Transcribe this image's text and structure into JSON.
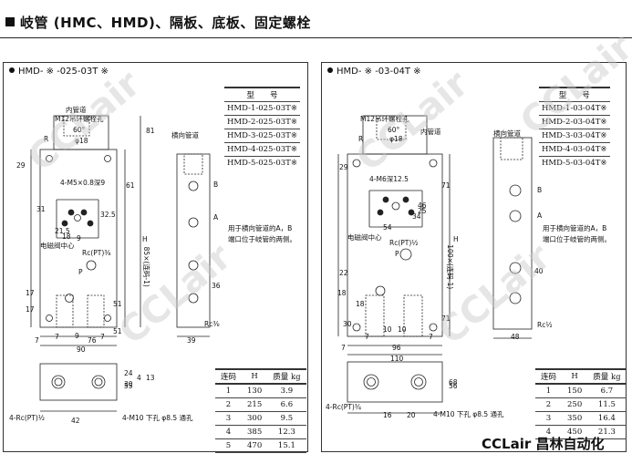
{
  "page_title": "岐管 (HMC、HMD)、隔板、底板、固定螺栓",
  "brand": "CCLair 昌林自动化",
  "watermark": "CCLair",
  "left": {
    "title": "HMD- ※ -025-03T ※",
    "model_header": "型　　号",
    "models": [
      "HMD-1-025-03T※",
      "HMD-2-025-03T※",
      "HMD-3-025-03T※",
      "HMD-4-025-03T※",
      "HMD-5-025-03T※"
    ],
    "spec_headers": [
      "连码",
      "H",
      "质量 kg"
    ],
    "specs": [
      [
        "1",
        "130",
        "3.9"
      ],
      [
        "2",
        "215",
        "6.6"
      ],
      [
        "3",
        "300",
        "9.5"
      ],
      [
        "4",
        "385",
        "12.3"
      ],
      [
        "5",
        "470",
        "15.1"
      ]
    ],
    "labels": {
      "inner_pipe": "内管道",
      "lift_hole": "M12吊环螺栓孔",
      "cross_pipe": "横向管道",
      "angle": "60°",
      "dia18": "φ18",
      "screw": "4-M5×0.8深9",
      "valve_center": "电磁阀中心",
      "rc_port": "Rc(PT)⅜",
      "rc_port2": "Rc⅜",
      "bottom_port": "4-Rc(PT)½",
      "bolt": "4-M10 下孔 φ8.5 通孔",
      "H": "H",
      "pitch": "85×(连码-1)",
      "port_a": "A",
      "port_b": "B",
      "port_p": "P",
      "port_r": "R",
      "dims": [
        "29",
        "31",
        "61",
        "21.5",
        "18",
        "9",
        "32.5",
        "81",
        "17",
        "17",
        "51",
        "51",
        "76",
        "90",
        "9",
        "7",
        "7",
        "7",
        "39",
        "36",
        "24",
        "55",
        "42",
        "30",
        "4",
        "13"
      ]
    },
    "note": [
      "用于横向管道的A，B",
      "端口位于岐管的两侧。"
    ]
  },
  "right": {
    "title": "HMD- ※ -03-04T ※",
    "model_header": "型　　号",
    "models": [
      "HMD-1-03-04T※",
      "HMD-2-03-04T※",
      "HMD-3-03-04T※",
      "HMD-4-03-04T※",
      "HMD-5-03-04T※"
    ],
    "spec_headers": [
      "连码",
      "H",
      "质量 kg"
    ],
    "specs": [
      [
        "1",
        "150",
        "6.7"
      ],
      [
        "2",
        "250",
        "11.5"
      ],
      [
        "3",
        "350",
        "16.4"
      ],
      [
        "4",
        "450",
        "21.3"
      ]
    ],
    "labels": {
      "inner_pipe": "内管道",
      "lift_hole": "M12吊环螺栓孔",
      "cross_pipe": "横向管道",
      "angle": "60°",
      "dia18": "φ18",
      "screw": "4-M6深12.5",
      "valve_center": "电磁阀中心",
      "rc_port": "Rc(PT)½",
      "rc_port2": "Rc½",
      "bottom_port": "4-Rc(PT)¾",
      "bolt": "4-M10 下孔 φ8.5 通孔",
      "H": "H",
      "pitch": "100×(连码-1)",
      "port_a": "A",
      "port_b": "B",
      "port_p": "P",
      "port_r": "R",
      "dims": [
        "29",
        "71",
        "34",
        "46",
        "25",
        "54",
        "22",
        "18",
        "18",
        "71",
        "30",
        "10",
        "10",
        "96",
        "110",
        "7",
        "7",
        "7",
        "48",
        "40",
        "68",
        "56",
        "16",
        "20"
      ]
    },
    "note": [
      "用于横向管道的A，B",
      "端口位于岐管的两侧。"
    ]
  }
}
